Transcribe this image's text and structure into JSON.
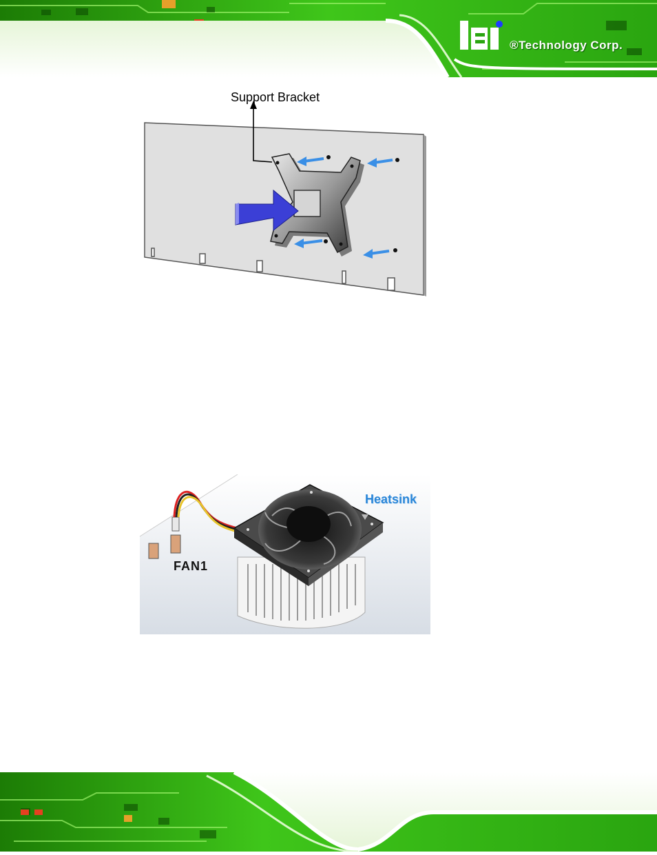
{
  "header": {
    "logo_mark": "iEi",
    "logo_text": "®Technology Corp."
  },
  "figure1": {
    "callout_label": "Support Bracket"
  },
  "figure2": {
    "heatsink_label": "Heatsink",
    "fan_label": "FAN1"
  },
  "colors": {
    "pcb_green": "#3fc61a",
    "pcb_dark": "#1f7a0a",
    "arrow_blue": "#3a8fe6",
    "big_arrow": "#3b3fd6",
    "heatsink_text": "#2a86d8"
  }
}
